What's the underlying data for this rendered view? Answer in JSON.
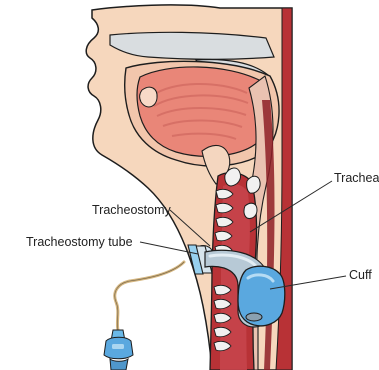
{
  "labels": {
    "trachea": "Trachea",
    "tracheostomy": "Tracheostomy",
    "tracheostomy_tube": "Tracheostomy tube",
    "cuff": "Cuff"
  },
  "colors": {
    "skin": "#f6d7bd",
    "skin_outline": "#1d1d1d",
    "palate": "#d9dde0",
    "tongue": "#e98678",
    "tongue_dark": "#c95e57",
    "throat_wall": "#eac2b1",
    "trachea": "#b83236",
    "trachea_dark": "#8e1f26",
    "cartilage": "#f1f1f1",
    "tube": "#b7c9d6",
    "cuff": "#5aa8df",
    "connector": "#6ab9e8",
    "line": "#d4b57f"
  }
}
